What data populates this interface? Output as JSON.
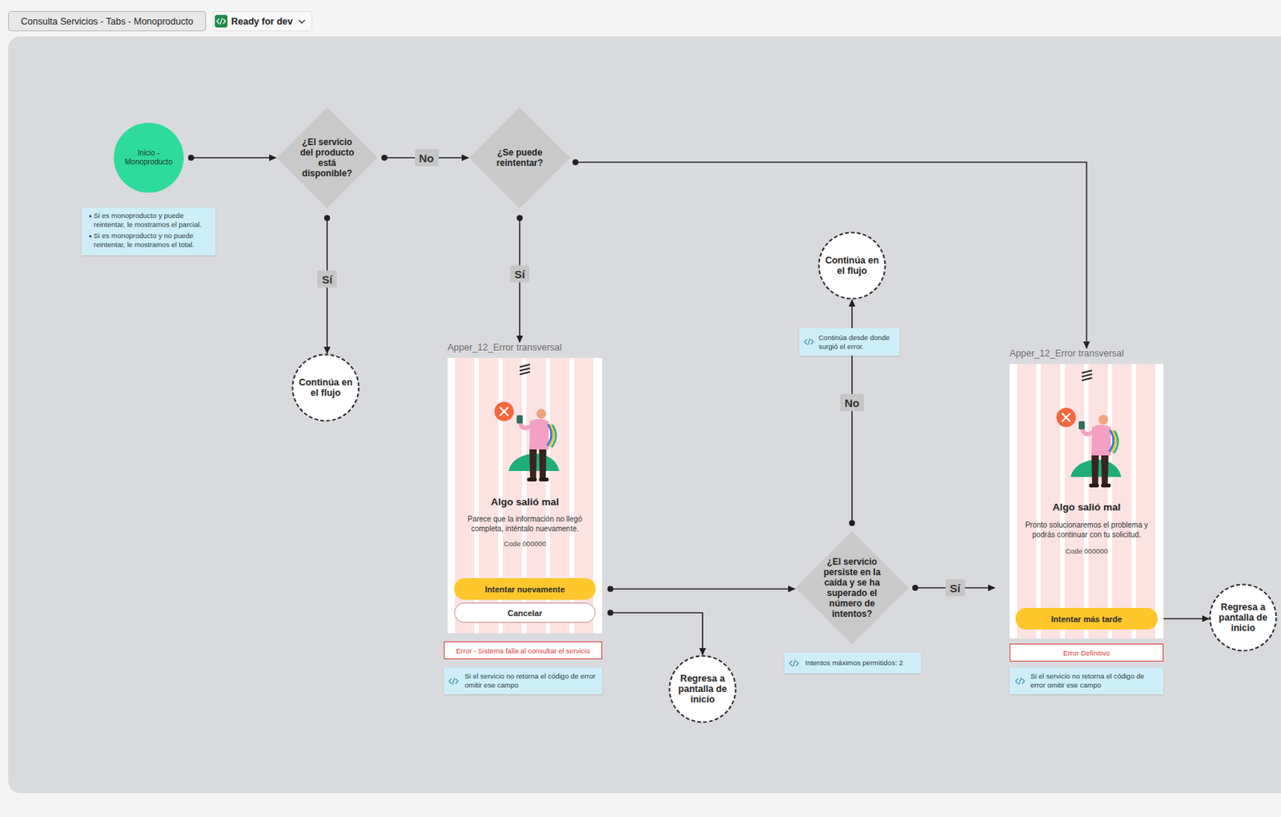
{
  "diagram": {
    "title": "Consulta Servicios - Tabs - Monoproducto",
    "nodes": [
      {
        "text": [
          "Inicio - Monoproducto"
        ]
      },
      {
        "text": [
          "Si es monoproducto y puede reintentar, le mostramos el parcial.",
          "Si es monoproducto y no puede reintentar, le mostramos el total."
        ]
      },
      {
        "text": [
          "¿El servicio del producto está disponible?"
        ]
      },
      {
        "text": [
          "¿Se puede reintentar?"
        ]
      },
      {
        "text": [
          "Continúa en el flujo"
        ]
      },
      {
        "text": [
          "Apper_12_Error transversal",
          "Algo salió mal",
          "Parece que la información no llegó completa, inténtalo nuevamente.",
          "Code 000000"
        ]
      },
      {
        "text": [
          "Intentar nuevamente"
        ],
        "in": 5
      },
      {
        "text": [
          "Cancelar"
        ],
        "in": 5
      },
      {
        "text": [
          "Error - Sistema falla al consultar el servicio"
        ]
      },
      {
        "text": [
          "Si el servicio no retorna el código de error omitir ese campo"
        ]
      },
      {
        "text": [
          "Regresa a pantalla de inicio"
        ]
      },
      {
        "text": [
          "Continúa en el flujo"
        ]
      },
      {
        "text": [
          "Continúa desde donde surgió el error."
        ]
      },
      {
        "text": [
          "¿El servicio persiste en la caída y se ha superado el número de intentos?"
        ]
      },
      {
        "text": [
          "Intentos máximos permitidos: 2"
        ]
      },
      {
        "text": [
          "Apper_12_Error transversal",
          "Algo salió mal",
          "Pronto solucionaremos el problema y podrás continuar con tu solicitud.",
          "Code 000000"
        ]
      },
      {
        "text": [
          "Intentar más tarde"
        ],
        "in": 15
      },
      {
        "text": [
          "Error Definitivo"
        ]
      },
      {
        "text": [
          "Si el servicio no retorna el código de error omitir ese campo"
        ]
      },
      {
        "text": [
          "Regresa a pantalla de inicio"
        ]
      }
    ],
    "edges": [
      {
        "from": 0,
        "to": 2,
        "arrow": "to"
      },
      {
        "from": 2,
        "to": 3,
        "label": "No",
        "arrow": "to"
      },
      {
        "from": 2,
        "to": 4,
        "label": "Sí",
        "arrow": "to"
      },
      {
        "from": 3,
        "to": 5,
        "label": "Sí",
        "arrow": "to"
      },
      {
        "from": 3,
        "to": 15,
        "arrow": "to"
      },
      {
        "from": 6,
        "to": 13,
        "arrow": "to"
      },
      {
        "from": 7,
        "to": 10,
        "arrow": "to"
      },
      {
        "from": 13,
        "to": 11,
        "label": "No",
        "arrow": "to"
      },
      {
        "from": 13,
        "to": 15,
        "label": "Sí",
        "arrow": "to"
      },
      {
        "from": 16,
        "to": 19,
        "arrow": "to"
      }
    ],
    "labels": [
      "Ready for dev"
    ]
  }
}
